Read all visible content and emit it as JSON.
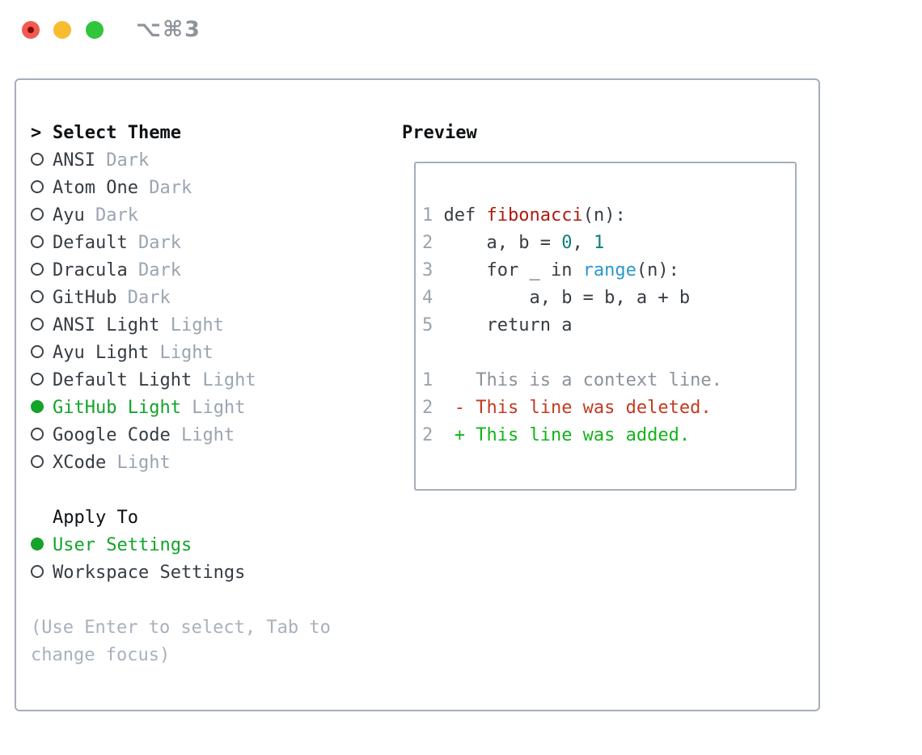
{
  "window": {
    "title": "⌥⌘3",
    "traffic_lights": [
      {
        "name": "close-button",
        "color": "#f25a50"
      },
      {
        "name": "minimize-button",
        "color": "#f7bd2e"
      },
      {
        "name": "zoom-button",
        "color": "#30c53b"
      }
    ]
  },
  "left": {
    "header": {
      "prefix": ">",
      "label": "Select Theme"
    },
    "themes": [
      {
        "name": "ANSI",
        "tag": "Dark",
        "selected": false
      },
      {
        "name": "Atom One",
        "tag": "Dark",
        "selected": false
      },
      {
        "name": "Ayu",
        "tag": "Dark",
        "selected": false
      },
      {
        "name": "Default",
        "tag": "Dark",
        "selected": false
      },
      {
        "name": "Dracula",
        "tag": "Dark",
        "selected": false
      },
      {
        "name": "GitHub",
        "tag": "Dark",
        "selected": false
      },
      {
        "name": "ANSI Light",
        "tag": "Light",
        "selected": false
      },
      {
        "name": "Ayu Light",
        "tag": "Light",
        "selected": false
      },
      {
        "name": "Default Light",
        "tag": "Light",
        "selected": false
      },
      {
        "name": "GitHub Light",
        "tag": "Light",
        "selected": true
      },
      {
        "name": "Google Code",
        "tag": "Light",
        "selected": false
      },
      {
        "name": "XCode",
        "tag": "Light",
        "selected": false
      }
    ],
    "apply_header": "Apply To",
    "apply_options": [
      {
        "name": "User Settings",
        "selected": true
      },
      {
        "name": "Workspace Settings",
        "selected": false
      }
    ],
    "hint_lines": [
      "(Use Enter to select, Tab to",
      "change focus)"
    ]
  },
  "preview": {
    "header": "Preview",
    "lines": [
      {
        "num": "1",
        "segs": [
          {
            "t": "def ",
            "c": "plain"
          },
          {
            "t": "fibonacci",
            "c": "func"
          },
          {
            "t": "(n):",
            "c": "plain"
          }
        ]
      },
      {
        "num": "2",
        "segs": [
          {
            "t": "    a, b = ",
            "c": "plain"
          },
          {
            "t": "0",
            "c": "num"
          },
          {
            "t": ", ",
            "c": "plain"
          },
          {
            "t": "1",
            "c": "num"
          }
        ]
      },
      {
        "num": "3",
        "segs": [
          {
            "t": "    for _ in ",
            "c": "plain"
          },
          {
            "t": "range",
            "c": "call"
          },
          {
            "t": "(n):",
            "c": "plain"
          }
        ]
      },
      {
        "num": "4",
        "segs": [
          {
            "t": "        a, b = b, a + b",
            "c": "plain"
          }
        ]
      },
      {
        "num": "5",
        "segs": [
          {
            "t": "    return a",
            "c": "plain"
          }
        ]
      },
      {
        "num": "",
        "segs": []
      },
      {
        "num": "1",
        "segs": [
          {
            "t": "   This is a context line.",
            "c": "context"
          }
        ]
      },
      {
        "num": "2",
        "segs": [
          {
            "t": " - This line was deleted.",
            "c": "del"
          }
        ]
      },
      {
        "num": "2",
        "segs": [
          {
            "t": " + This line was added.",
            "c": "add"
          }
        ]
      }
    ]
  },
  "colors": {
    "accent_green": "#14a32b",
    "add_green": "#14b31b",
    "del_red": "#c43a20",
    "func_red": "#ae1c10",
    "num_teal": "#0d8078",
    "call_blue": "#2a98cf",
    "text": "#363c43",
    "tag_gray": "#9aa5b2",
    "hint_gray": "#a9b1bb",
    "line_number_gray": "#9aa3ad",
    "context_gray": "#8b9299",
    "panel_border": "#a6aeb9"
  }
}
